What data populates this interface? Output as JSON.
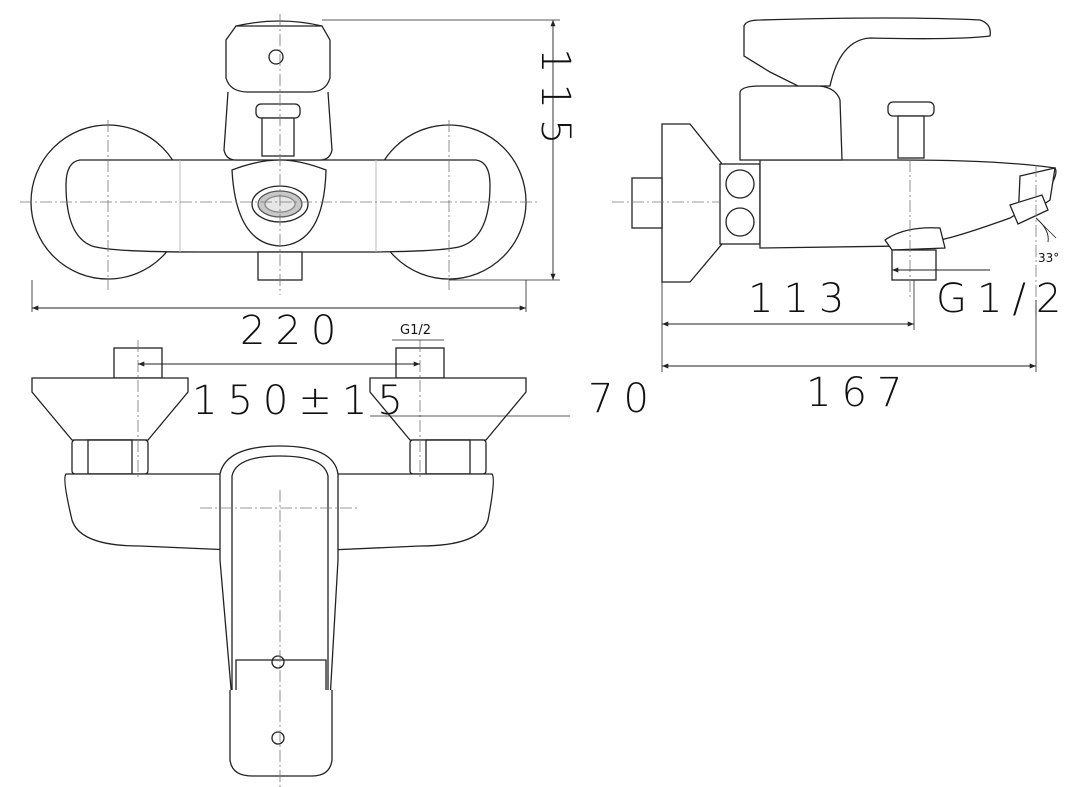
{
  "colors": {
    "line": "#222222",
    "centerline": "#777777",
    "background": "#ffffff"
  },
  "views": {
    "front": {
      "width_label": "220",
      "height_label": "115"
    },
    "side": {
      "depth_to_inlet_label": "113",
      "total_depth_label": "167",
      "outlet_thread_label": "G1/2",
      "spout_angle_label": "33°"
    },
    "top": {
      "centers_label": "150±15",
      "projection_label": "70",
      "inlet_thread_label": "G1/2"
    }
  }
}
